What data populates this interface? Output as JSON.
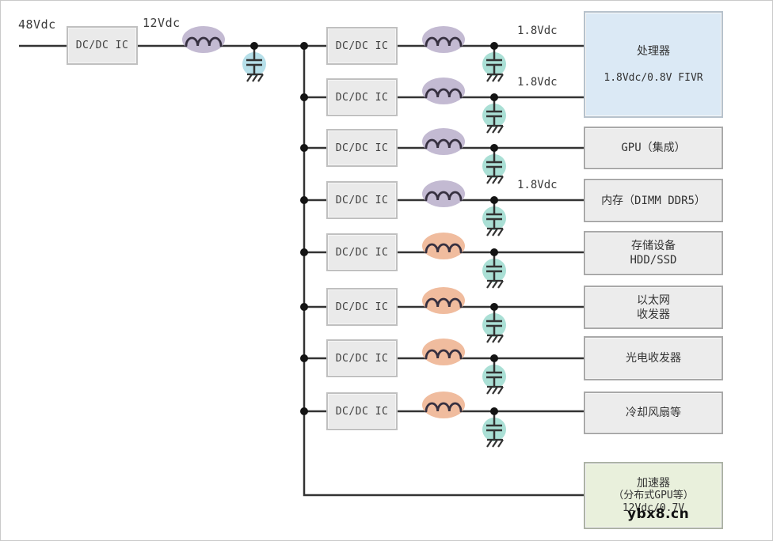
{
  "diagram": {
    "input_stage": {
      "source_voltage": "48Vdc",
      "converter_label": "DC/DC IC",
      "bus_voltage": "12Vdc"
    },
    "rails": [
      {
        "converter_label": "DC/DC IC",
        "voltage_label": "1.8Vdc",
        "inductor": "purple"
      },
      {
        "converter_label": "DC/DC IC",
        "voltage_label": "1.8Vdc",
        "inductor": "purple"
      },
      {
        "converter_label": "DC/DC IC",
        "inductor": "purple"
      },
      {
        "converter_label": "DC/DC IC",
        "voltage_label": "1.8Vdc",
        "inductor": "purple"
      },
      {
        "converter_label": "DC/DC IC",
        "inductor": "orange"
      },
      {
        "converter_label": "DC/DC IC",
        "inductor": "orange"
      },
      {
        "converter_label": "DC/DC IC",
        "inductor": "orange"
      },
      {
        "converter_label": "DC/DC IC",
        "inductor": "orange"
      }
    ],
    "loads": [
      {
        "title": "处理器",
        "subtitle": "1.8Vdc/0.8V FIVR"
      },
      {
        "title": "GPU（集成）"
      },
      {
        "title": "内存（DIMM DDR5）"
      },
      {
        "title": "存储设备",
        "line2": "HDD/SSD"
      },
      {
        "title": "以太网",
        "line2": "收发器"
      },
      {
        "title": "光电收发器"
      },
      {
        "title": "冷却风扇等"
      },
      {
        "title": "加速器",
        "line2": "（分布式GPU等）",
        "line3": "12Vdc/0.7V"
      }
    ]
  },
  "watermark": "ybx8.cn",
  "colors": {
    "wire": "#333333",
    "junction": "#141414",
    "coil": "#363040",
    "inductor_purple": "#c3bad2",
    "inductor_orange": "#f0bc9e",
    "capacitor": "#aadfd5",
    "input_capacitor": "#b6dfe9",
    "processor_fill": "#dbe9f5",
    "accelerator_fill": "#e9f0dc",
    "load_fill": "#ececec",
    "converter_fill": "#eaeaea"
  }
}
